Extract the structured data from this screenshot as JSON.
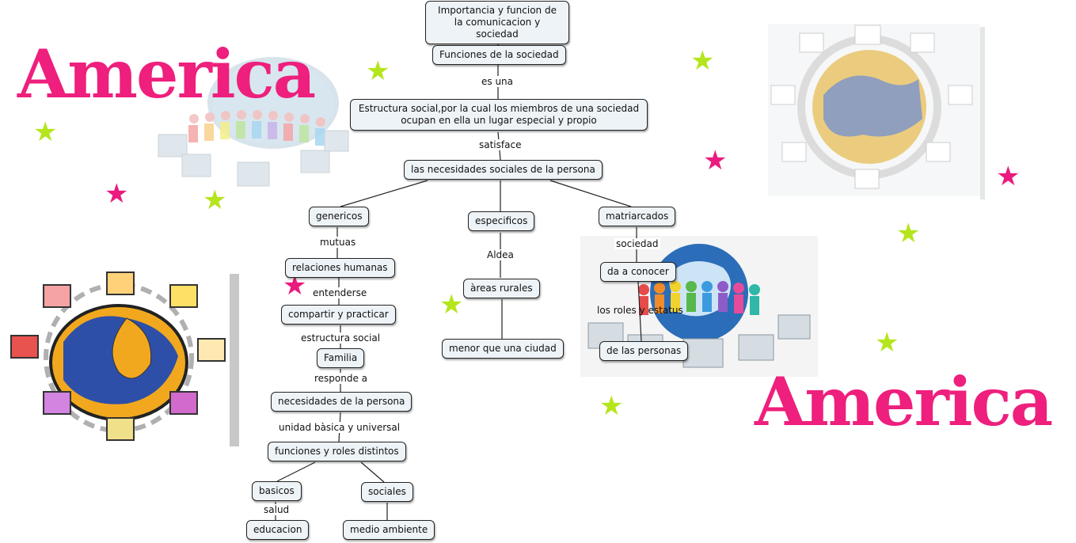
{
  "title_left": "America",
  "title_right": "America",
  "nodes": {
    "root": "Importancia y funcion de la comunicacion y sociedad",
    "funciones": "Funciones de la sociedad",
    "estructura": "Estructura social,por la cual los miembros de una sociedad ocupan en ella un lugar especial y propio",
    "necesidades": "las necesidades sociales de la persona",
    "genericos": "genericos",
    "especificos": "especificos",
    "matriarcados": "matriarcados",
    "relaciones": "relaciones humanas",
    "compartir": "compartir y practicar",
    "familia": "Familia",
    "necesidades_persona": "necesidades de la persona",
    "funciones_roles": "funciones y roles distintos",
    "basicos": "basicos",
    "sociales": "sociales",
    "educacion": "educacion",
    "medio": "medio ambiente",
    "areas": "àreas rurales",
    "menor": "menor que una ciudad",
    "conocer": "da a conocer",
    "personas": "de las personas"
  },
  "links": {
    "es_una": "es una",
    "satisface": "satisface",
    "mutuas": "mutuas",
    "entenderse": "entenderse",
    "estructura_social": "estructura social",
    "responde": "responde a",
    "unidad": "unidad bàsica y universal",
    "salud": "salud",
    "aldea": "Aldea",
    "sociedad": "sociedad",
    "roles": "los roles y estatus"
  },
  "colors": {
    "title": "#ee1f7d",
    "star_green": "#b5e51d",
    "star_pink": "#ea1a7f",
    "node_bg": "#eef3f7"
  },
  "icons": {
    "star": "★"
  }
}
